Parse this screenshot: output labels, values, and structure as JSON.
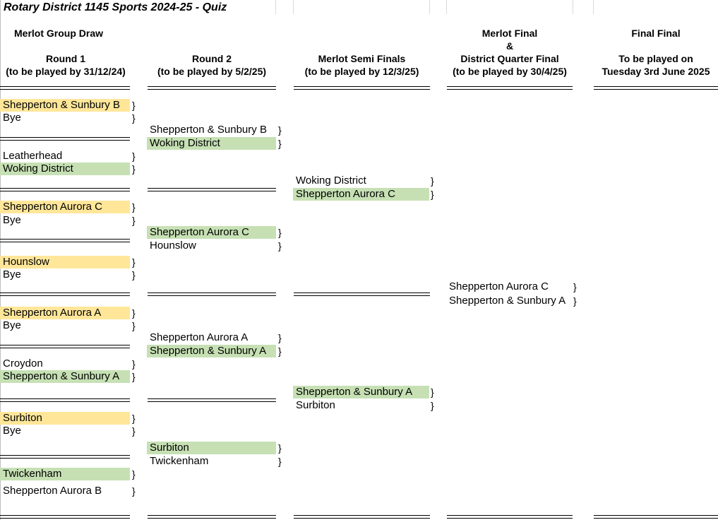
{
  "title": "Rotary District 1145 Sports 2024-25 - Quiz",
  "group": "Merlot Group Draw",
  "columns": {
    "r1": {
      "line1": "Round 1",
      "line2": "(to be played by 31/12/24)"
    },
    "r2": {
      "line1": "Round 2",
      "line2": "(to be played by 5/2/25)"
    },
    "semi": {
      "line1": "Merlot Semi Finals",
      "line2": "(to be played by 12/3/25)"
    },
    "final": {
      "line0": "Merlot Final",
      "amp": "&",
      "line1": "District Quarter Final",
      "line2": "(to be played by 30/4/25)"
    },
    "ff": {
      "line1": "Final Final",
      "line2a": "To be played on",
      "line2b": "Tuesday 3rd June 2025"
    }
  },
  "brace": "}",
  "round1": [
    {
      "name": "Shepperton & Sunbury B",
      "hl": "yellow"
    },
    {
      "name": "Bye",
      "hl": ""
    },
    {
      "name": "Leatherhead",
      "hl": ""
    },
    {
      "name": "Woking District",
      "hl": "green"
    },
    {
      "name": "Shepperton Aurora C",
      "hl": "yellow"
    },
    {
      "name": "Bye",
      "hl": ""
    },
    {
      "name": "Hounslow",
      "hl": "yellow"
    },
    {
      "name": "Bye",
      "hl": ""
    },
    {
      "name": "Shepperton Aurora A",
      "hl": "yellow"
    },
    {
      "name": "Bye",
      "hl": ""
    },
    {
      "name": "Croydon",
      "hl": ""
    },
    {
      "name": "Shepperton & Sunbury A",
      "hl": "green"
    },
    {
      "name": "Surbiton",
      "hl": "yellow"
    },
    {
      "name": "Bye",
      "hl": ""
    },
    {
      "name": "Twickenham",
      "hl": "green"
    },
    {
      "name": "Shepperton Aurora B",
      "hl": ""
    }
  ],
  "round2": [
    {
      "name": "Shepperton & Sunbury B",
      "hl": ""
    },
    {
      "name": "Woking District",
      "hl": "green"
    },
    {
      "name": "Shepperton Aurora C",
      "hl": "green"
    },
    {
      "name": "Hounslow",
      "hl": ""
    },
    {
      "name": "Shepperton Aurora A",
      "hl": ""
    },
    {
      "name": "Shepperton & Sunbury A",
      "hl": "green"
    },
    {
      "name": "Surbiton",
      "hl": "green"
    },
    {
      "name": "Twickenham",
      "hl": ""
    }
  ],
  "semis": [
    {
      "name": "Woking District",
      "hl": ""
    },
    {
      "name": "Shepperton Aurora C",
      "hl": "green"
    },
    {
      "name": "Shepperton & Sunbury A",
      "hl": "green"
    },
    {
      "name": "Surbiton",
      "hl": ""
    }
  ],
  "final": [
    {
      "name": "Shepperton Aurora C",
      "hl": ""
    },
    {
      "name": "Shepperton & Sunbury A",
      "hl": ""
    }
  ]
}
